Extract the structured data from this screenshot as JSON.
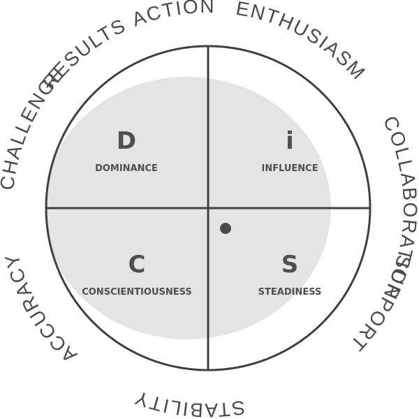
{
  "colors": {
    "stroke": "#3f3f3f",
    "shading": "#e4e4e4",
    "text": "#4f4f4f",
    "dot": "#4a4a4a"
  },
  "quadrants": {
    "d": {
      "letter": "D",
      "name": "DOMINANCE"
    },
    "i": {
      "letter": "i",
      "name": "INFLUENCE"
    },
    "c": {
      "letter": "C",
      "name": "CONSCIENTIOUSNESS"
    },
    "s": {
      "letter": "S",
      "name": "STEADINESS"
    }
  },
  "ring_words": {
    "action": "ACTION",
    "enthusiasm": "ENTHUSIASM",
    "collaboration": "COLLABORATION",
    "support": "SUPPORT",
    "stability": "STABILITY",
    "accuracy": "ACCURACY",
    "challenge": "CHALLENGE",
    "results": "RESULTS"
  }
}
